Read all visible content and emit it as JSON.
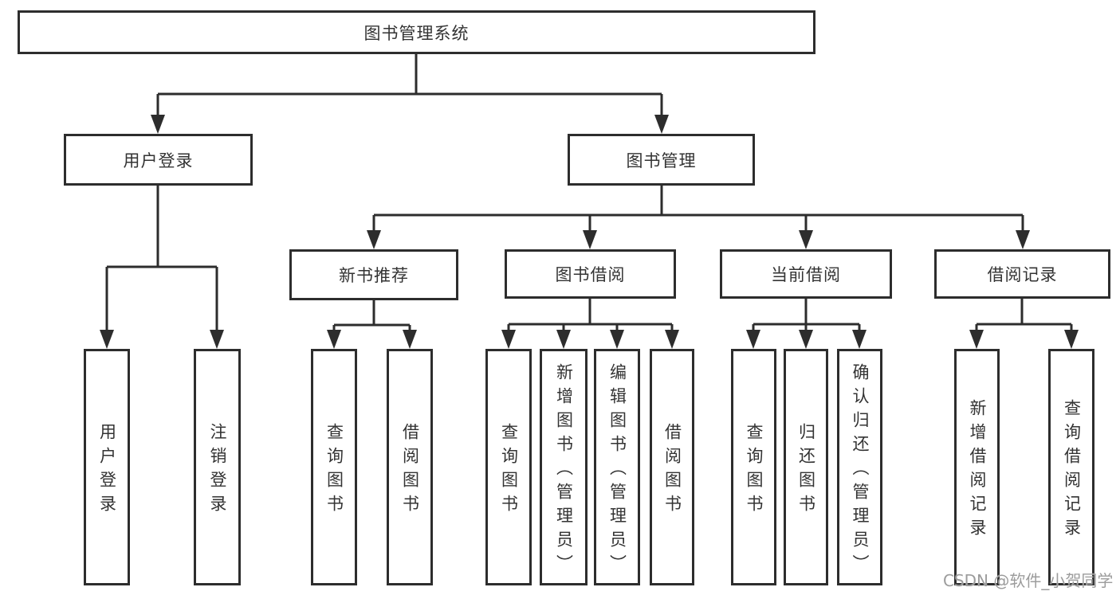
{
  "nodes": {
    "root": "图书管理系统",
    "user_login": "用户登录",
    "book_mgmt": "图书管理",
    "login_children": [
      "用户登录",
      "注销登录"
    ],
    "mgmt_children": [
      "新书推荐",
      "图书借阅",
      "当前借阅",
      "借阅记录"
    ],
    "new_book_children": [
      "查询图书",
      "借阅图书"
    ],
    "borrow_children": [
      "查询图书",
      "新增图书（管理员）",
      "编辑图书（管理员）",
      "借阅图书"
    ],
    "current_children": [
      "查询图书",
      "归还图书",
      "确认归还（管理员）"
    ],
    "record_children": [
      "新增借阅记录",
      "查询借阅记录"
    ]
  },
  "colors": {
    "line": "#2d2d2d",
    "text": "#333333",
    "watermark": "#9c9c9c",
    "background": "#ffffff"
  },
  "watermark": "CSDN @软件_小贺同学"
}
